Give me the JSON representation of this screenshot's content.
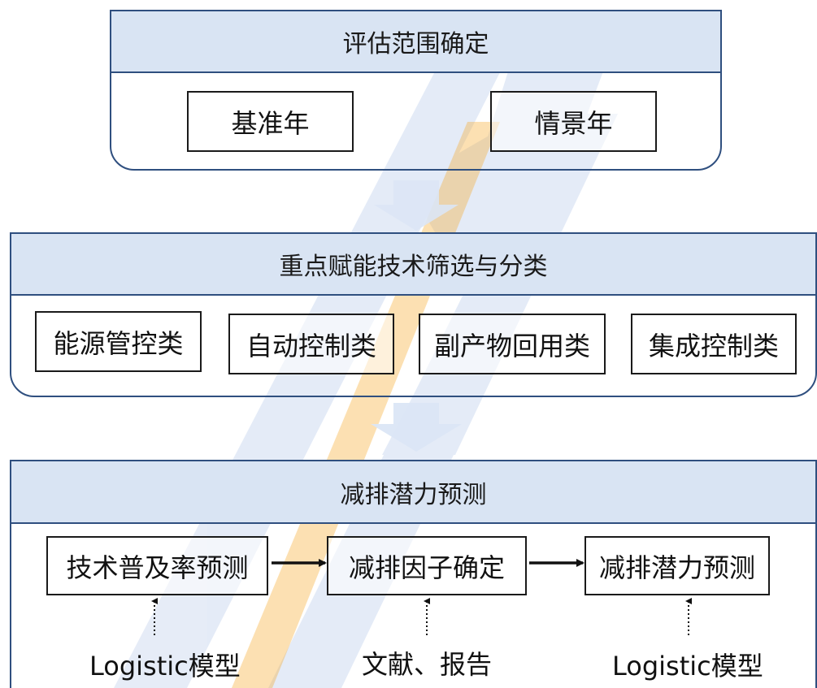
{
  "section1": {
    "title": "评估范围确定",
    "items": [
      "基准年",
      "情景年"
    ]
  },
  "section2": {
    "title": "重点赋能技术筛选与分类",
    "items": [
      "能源管控类",
      "自动控制类",
      "副产物回用类",
      "集成控制类"
    ]
  },
  "section3": {
    "title": "减排潜力预测",
    "steps": [
      "技术普及率预测",
      "减排因子确定",
      "减排潜力预测"
    ],
    "sources": [
      "Logistic模型",
      "文献、报告",
      "Logistic模型"
    ]
  },
  "colors": {
    "header_fill": "#d9e4f3",
    "panel_border": "#2f4f7f",
    "flow_arrow": "#dbe6f5",
    "watermark_blue": "#3a6fc4",
    "watermark_orange": "#f5a623"
  }
}
